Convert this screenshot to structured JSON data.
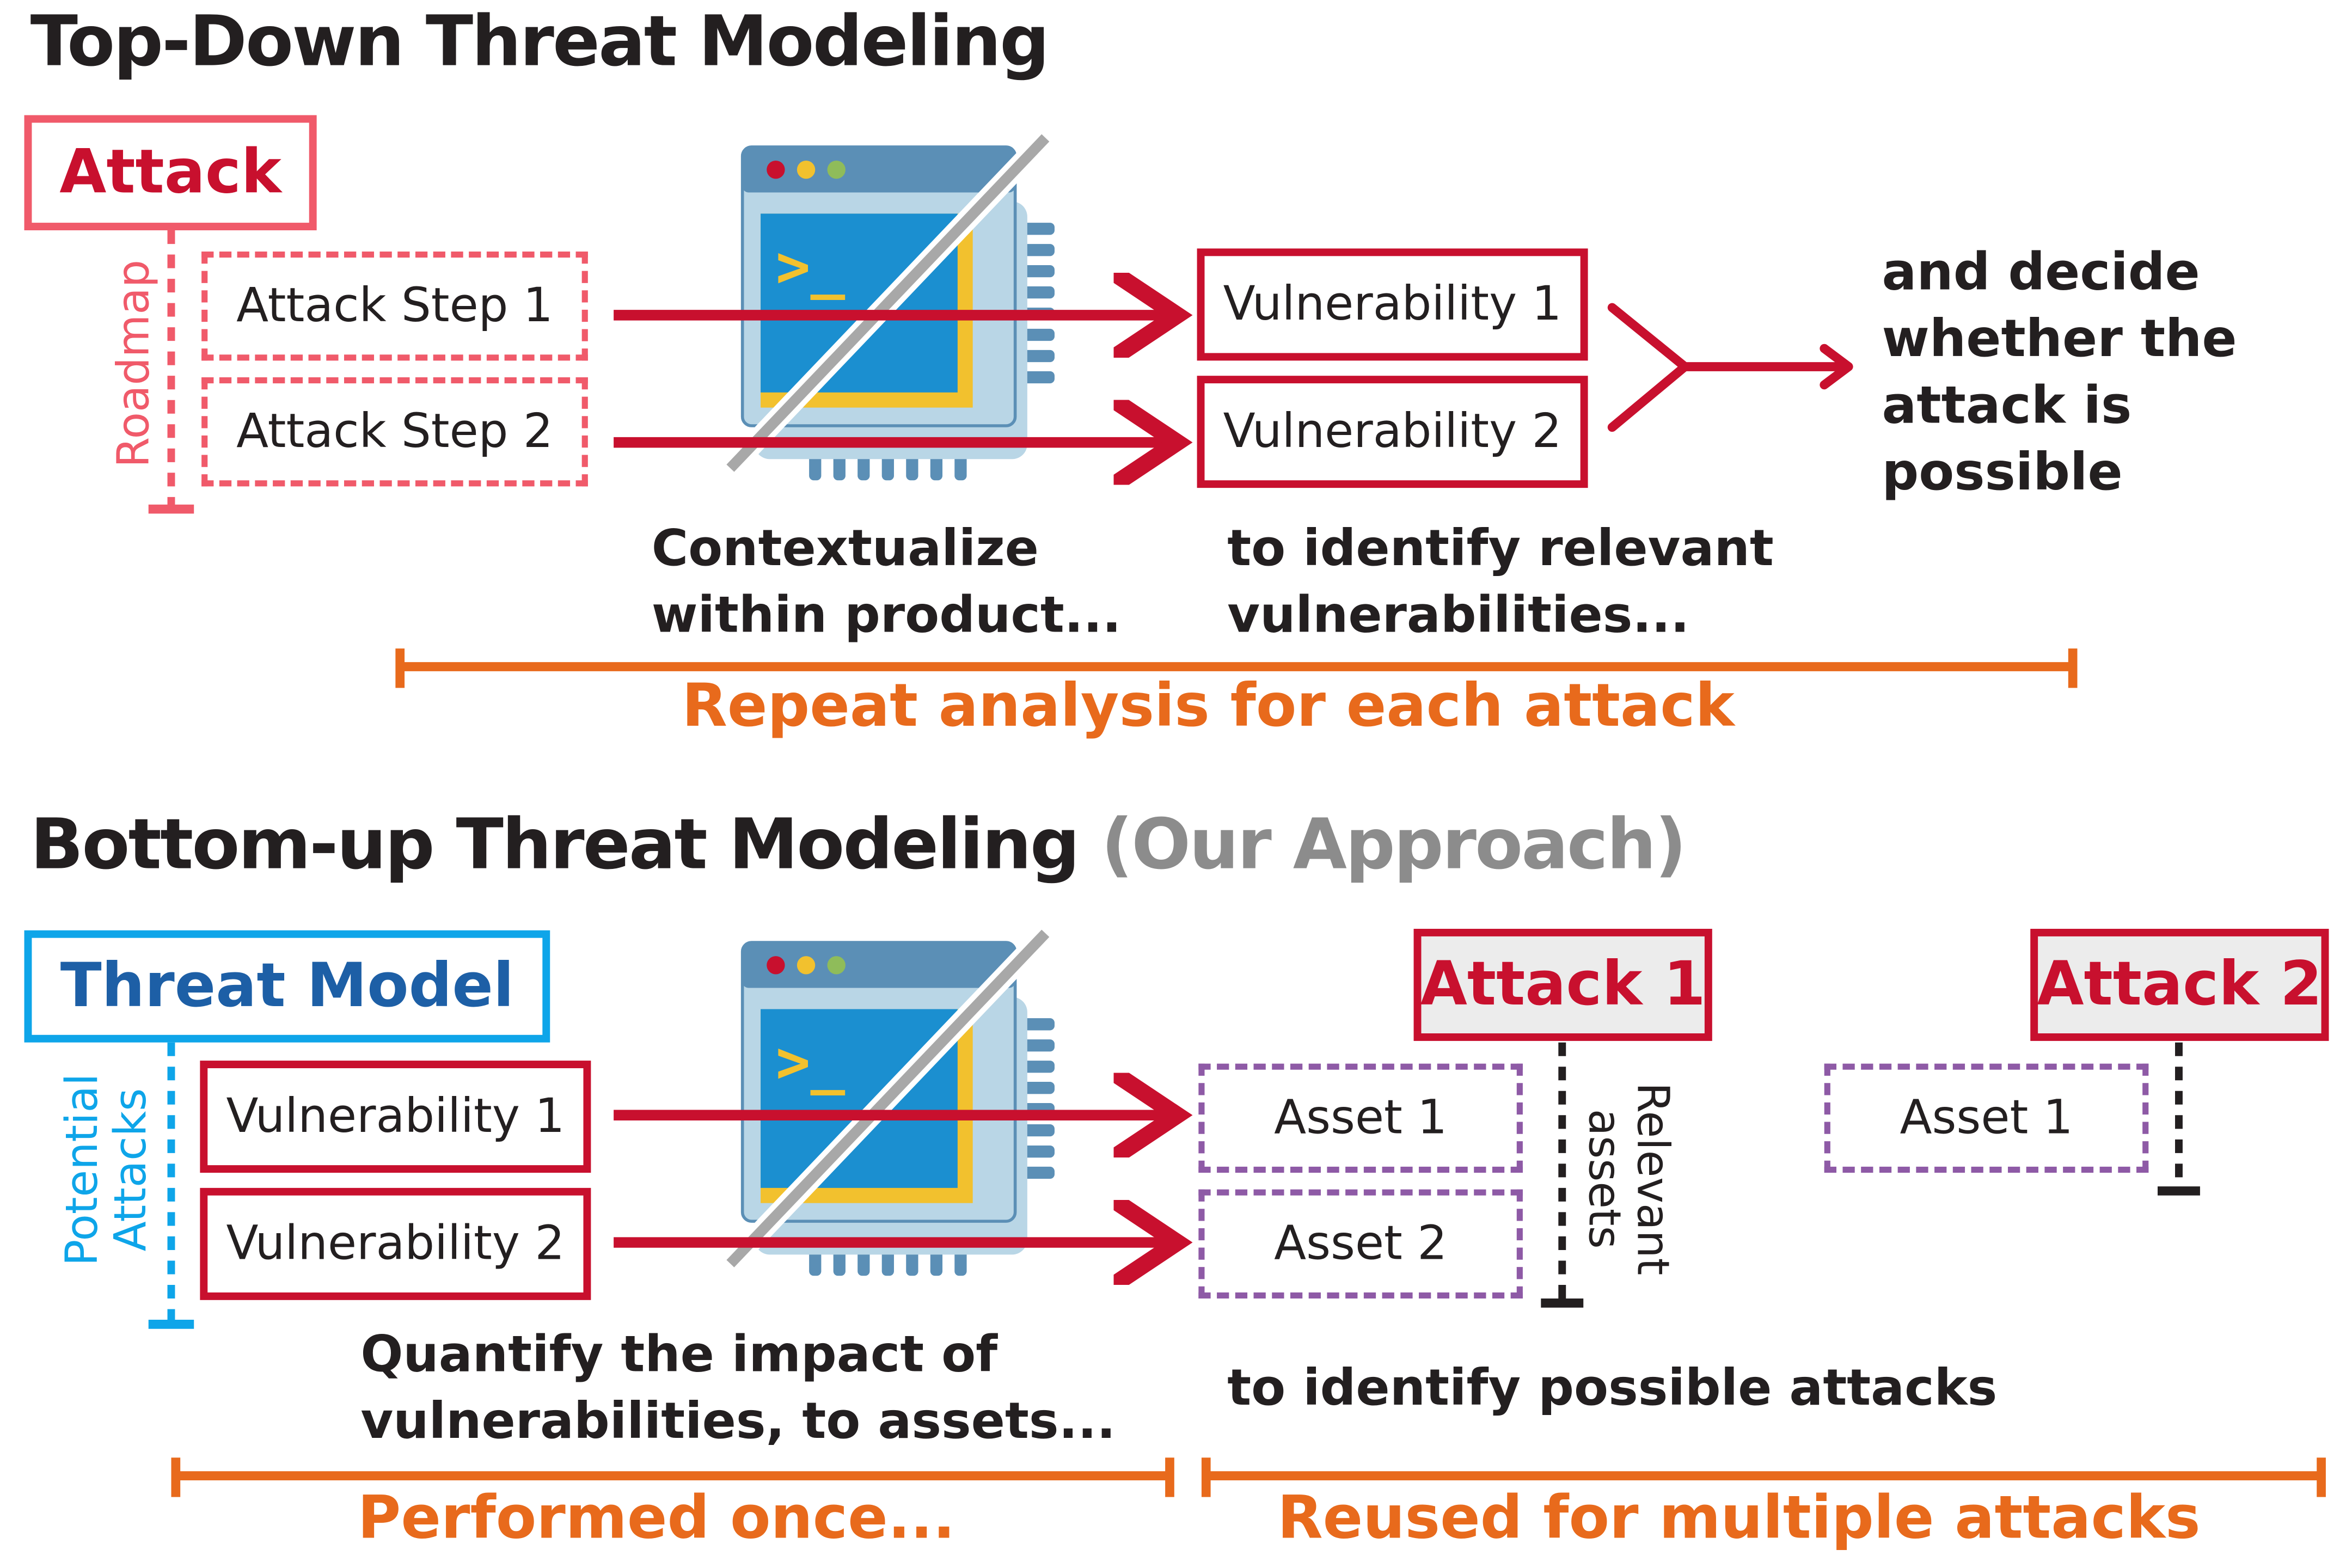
{
  "top": {
    "title": "Top-Down Threat Modeling",
    "attack_label": "Attack",
    "roadmap_label": "Roadmap",
    "steps": [
      "Attack Step 1",
      "Attack Step 2"
    ],
    "vulnerabilities": [
      "Vulnerability 1",
      "Vulnerability 2"
    ],
    "contextualize": [
      "Contextualize",
      "within product..."
    ],
    "identify": [
      "to identify relevant",
      "vulnerabilities..."
    ],
    "decide": [
      "and decide",
      "whether the",
      "attack is",
      "possible"
    ],
    "repeat": "Repeat analysis for each attack"
  },
  "bottom": {
    "title": "Bottom-up Threat Modeling",
    "subtitle": "(Our Approach)",
    "threat_model_label": "Threat Model",
    "potential_attacks_label": [
      "Potential",
      "Attacks"
    ],
    "vulnerabilities": [
      "Vulnerability 1",
      "Vulnerability 2"
    ],
    "attack1_label": "Attack 1",
    "attack2_label": "Attack 2",
    "attack1_assets": [
      "Asset 1",
      "Asset 2"
    ],
    "attack2_assets": [
      "Asset 1"
    ],
    "relevant_assets_label": [
      "Relevant",
      "assets"
    ],
    "quantify": [
      "Quantify the impact of",
      "vulnerabilities, to assets..."
    ],
    "identify": "to identify possible attacks",
    "performed_once": "Performed once...",
    "reused": "Reused for multiple attacks"
  },
  "colors": {
    "red": "#c8102e",
    "pink": "#f05a6a",
    "blue": "#0ea5e9",
    "dark_blue": "#1d5fa6",
    "orange": "#e86a1c",
    "purple": "#8e5aa6",
    "gray": "#8c8c8c"
  },
  "icons": [
    "computer-chip-icon",
    "computer-chip-icon"
  ]
}
